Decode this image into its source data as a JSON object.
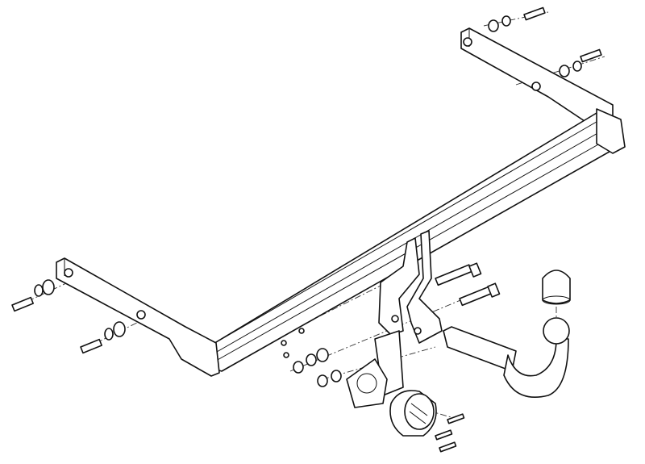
{
  "diagram": {
    "colors": {
      "line": "#111111",
      "background": "#ffffff"
    },
    "parts": [
      "crossbar-beam",
      "left-side-bracket",
      "right-side-bracket",
      "center-mount-bracket",
      "tow-ball-neck",
      "tow-ball",
      "ball-cap",
      "socket-plate",
      "electrical-socket",
      "bolt",
      "washer",
      "nut"
    ]
  }
}
